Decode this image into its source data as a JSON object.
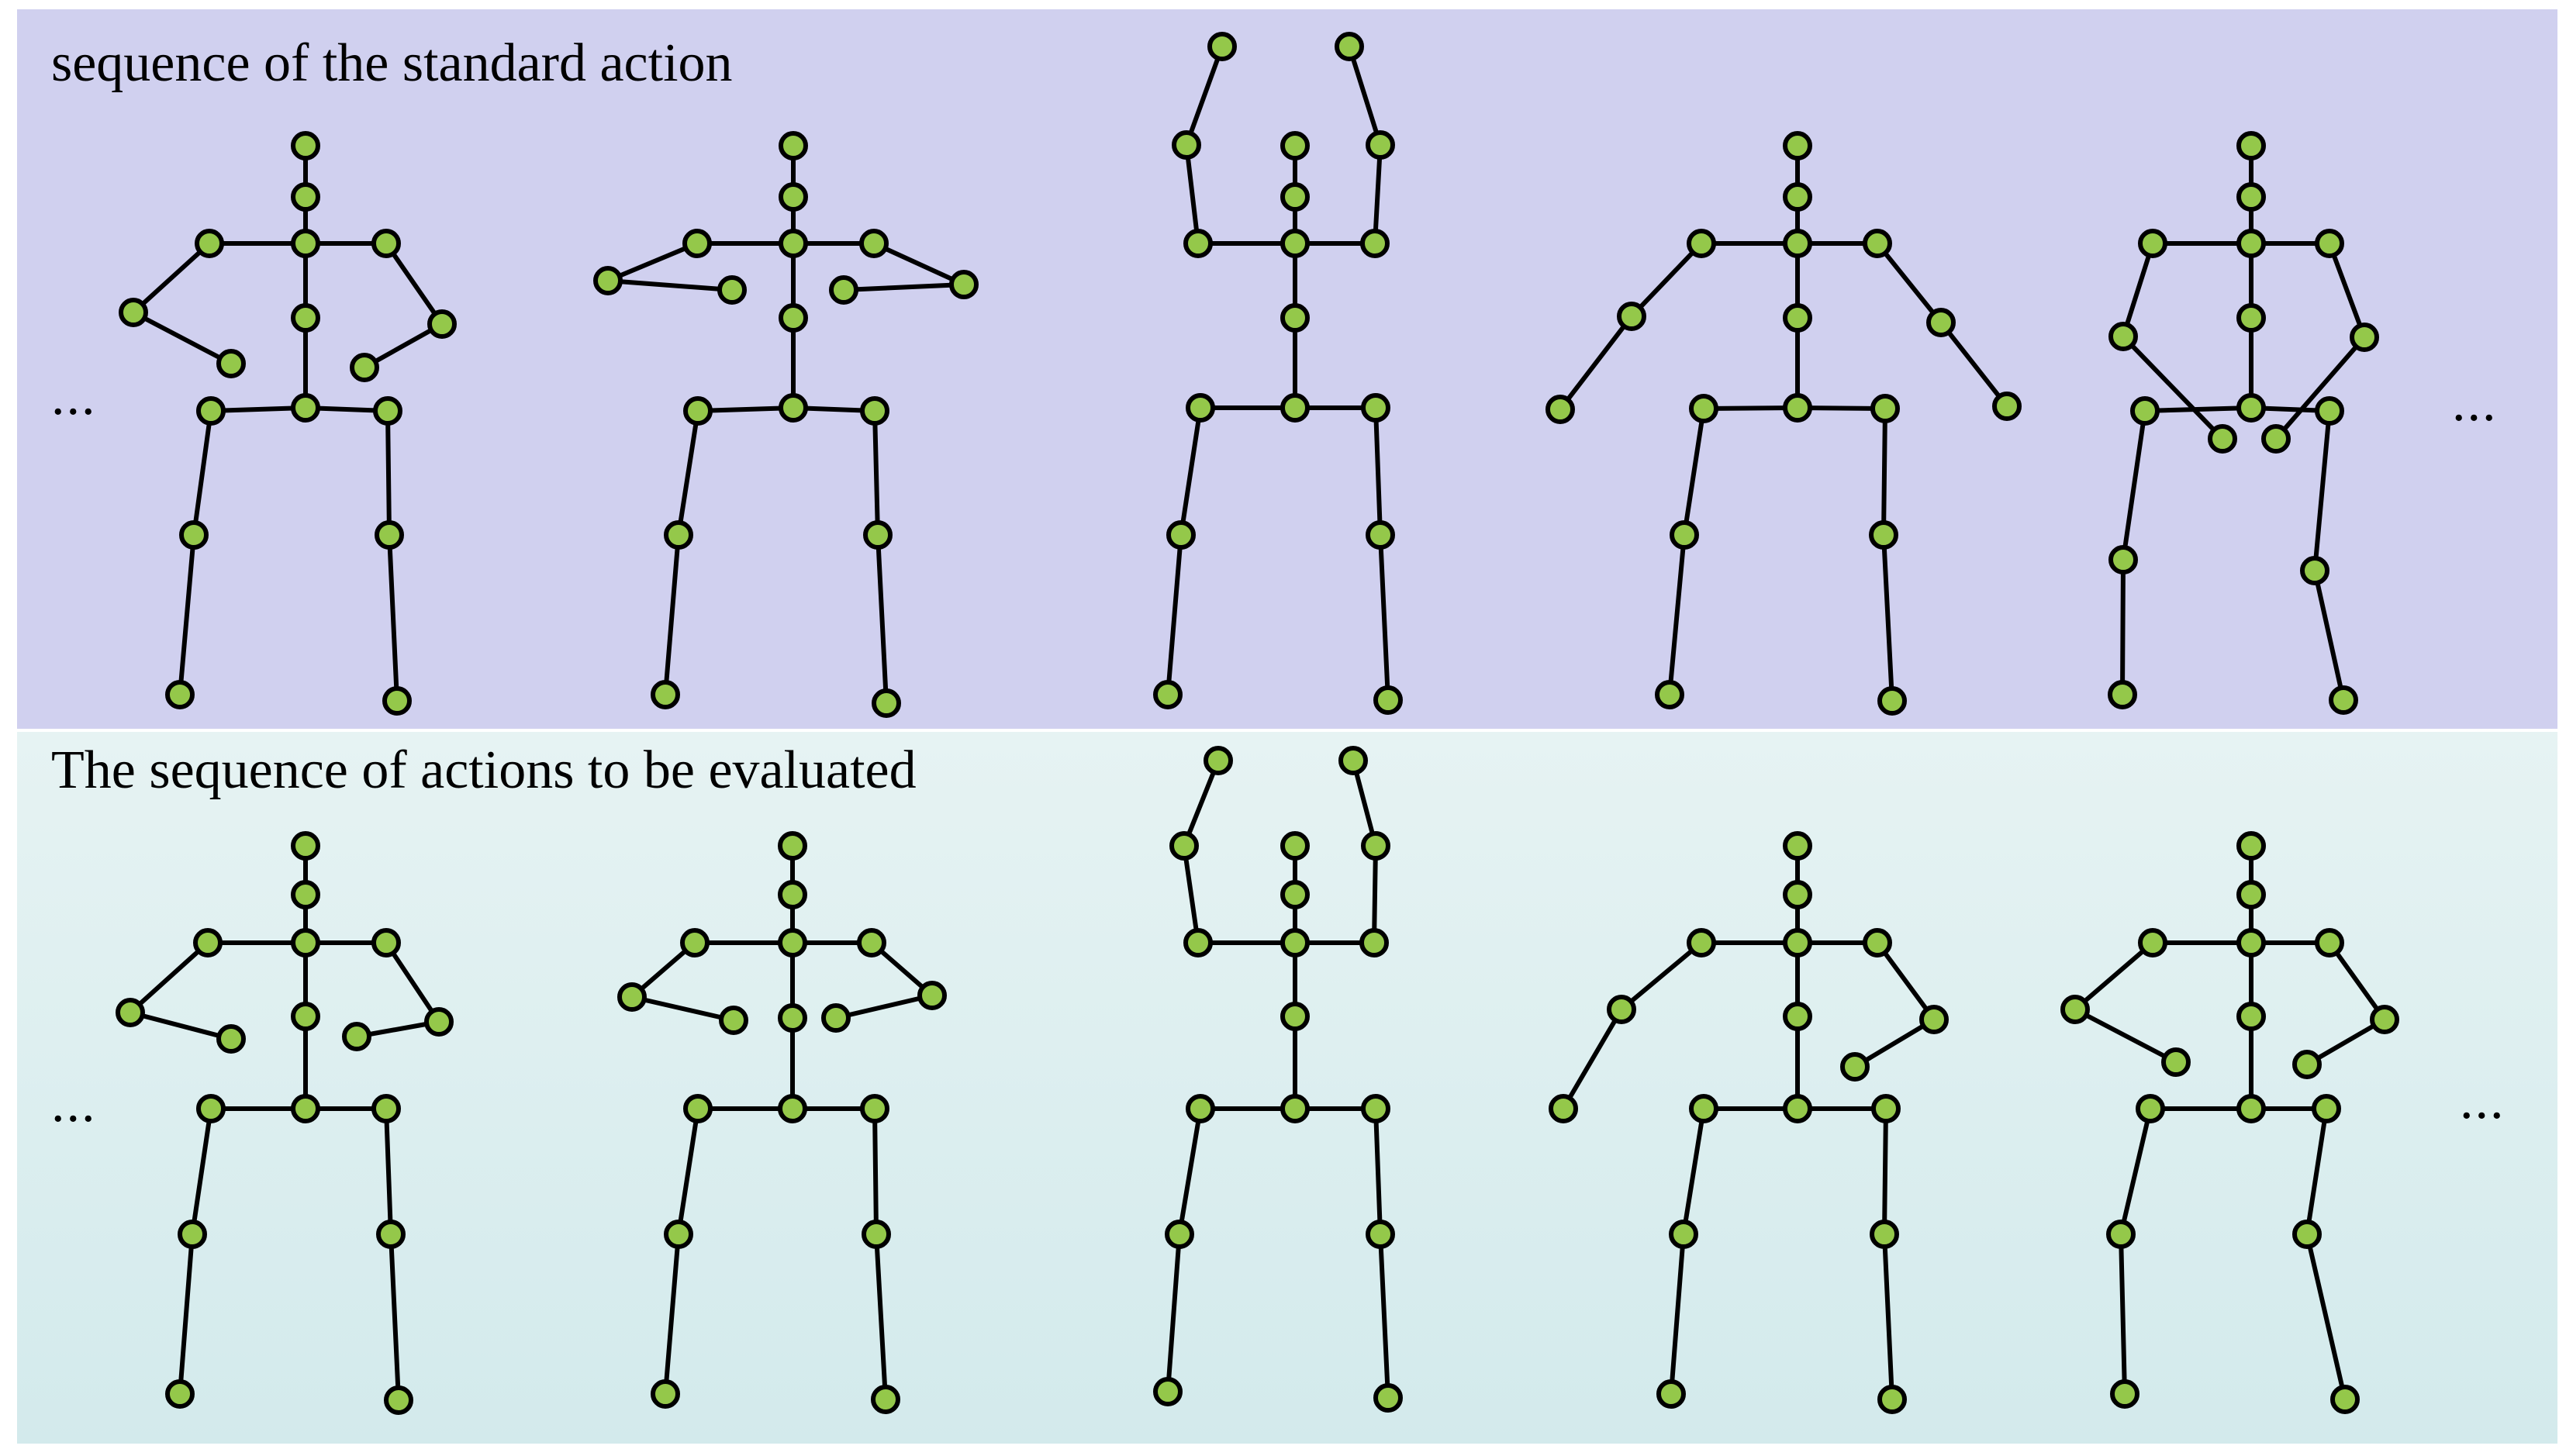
{
  "panels": {
    "standard": {
      "title": "sequence of the standard action",
      "ellipsis_left": "...",
      "ellipsis_right": "..."
    },
    "evaluated": {
      "title": "The sequence of actions to be evaluated",
      "ellipsis_left": "...",
      "ellipsis_right": "..."
    }
  },
  "colors": {
    "standard_background": "#d0d0ef",
    "evaluated_background": "#d8ecee",
    "joint_fill": "#94c84a",
    "bone_stroke": "#000000"
  },
  "skeleton_count_per_row": 5
}
